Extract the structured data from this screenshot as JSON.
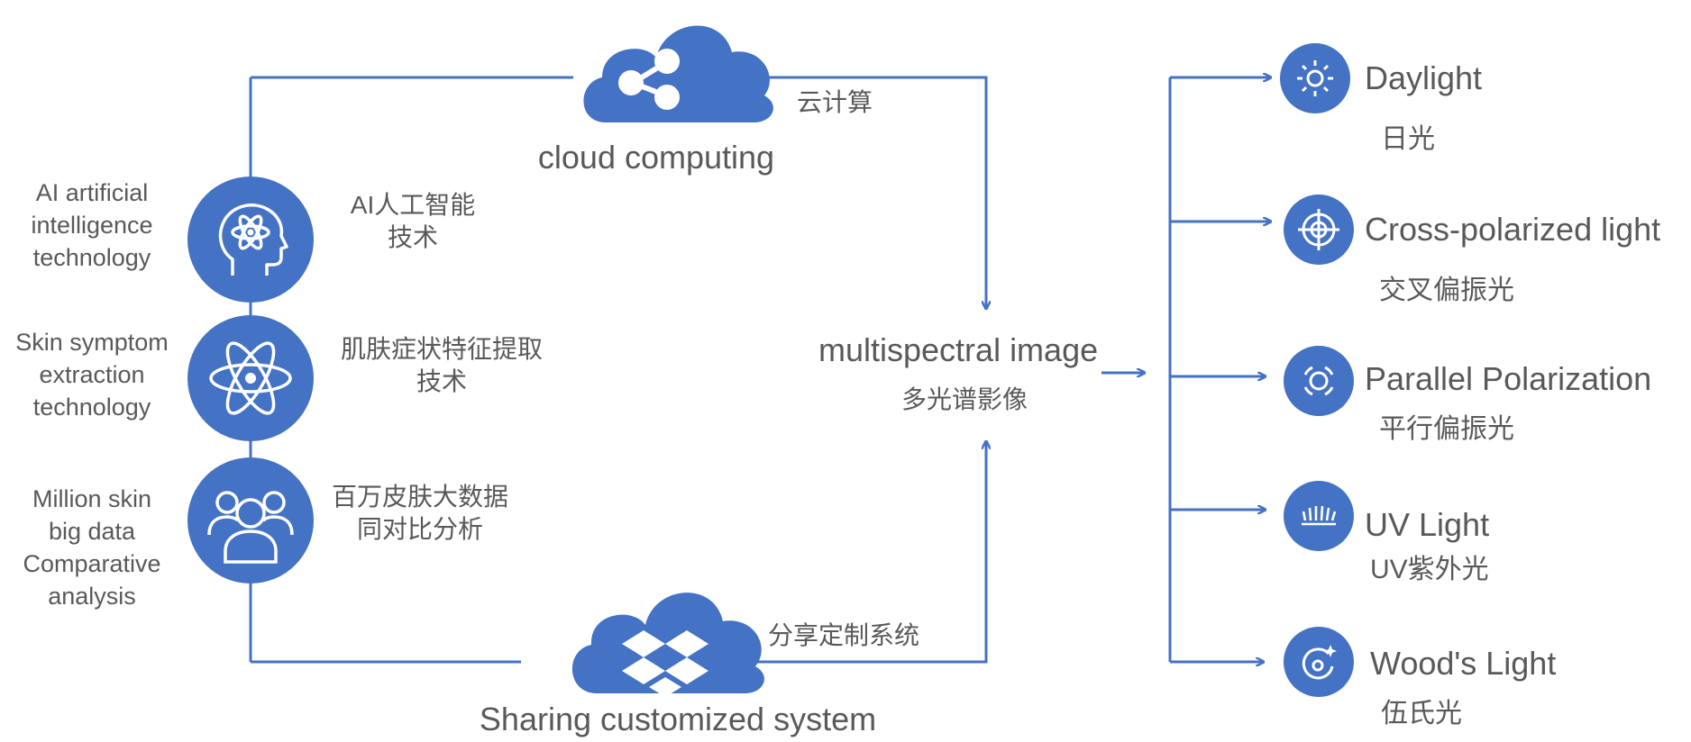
{
  "colors": {
    "accent": "#4472c4",
    "text": "#595959",
    "background": "#ffffff"
  },
  "cloud_top": {
    "label": "cloud computing",
    "cn": "云计算",
    "icon": "share-icon"
  },
  "cloud_bottom": {
    "label": "Sharing customized system",
    "cn": "分享定制系统",
    "icon": "dropbox-icon"
  },
  "center": {
    "label": "multispectral image",
    "cn": "多光谱影像"
  },
  "techs": [
    {
      "en_lines": [
        "AI artificial",
        "intelligence",
        "technology"
      ],
      "cn_lines": [
        "AI人工智能",
        "技术"
      ],
      "icon": "ai-head-icon"
    },
    {
      "en_lines": [
        "Skin symptom",
        "extraction",
        "technology"
      ],
      "cn_lines": [
        "肌肤症状特征提取",
        "技术"
      ],
      "icon": "atom-icon"
    },
    {
      "en_lines": [
        "Million skin",
        "big data",
        "Comparative",
        "analysis"
      ],
      "cn_lines": [
        "百万皮肤大数据",
        "同对比分析"
      ],
      "icon": "users-icon"
    }
  ],
  "lights": [
    {
      "en": "Daylight",
      "cn": "日光",
      "icon": "sun-icon"
    },
    {
      "en": "Cross-polarized light",
      "cn": "交叉偏振光",
      "icon": "crosshair-icon"
    },
    {
      "en": "Parallel Polarization",
      "cn": "平行偏振光",
      "icon": "parallel-polarization-icon"
    },
    {
      "en": "UV Light",
      "cn": "UV紫外光",
      "icon": "uv-icon"
    },
    {
      "en": "Wood's Light",
      "cn": "伍氏光",
      "icon": "wood-light-icon"
    }
  ]
}
